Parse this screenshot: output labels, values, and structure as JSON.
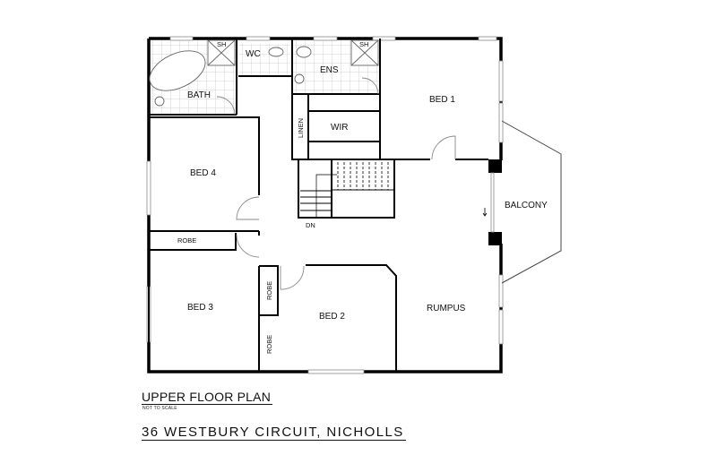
{
  "plan": {
    "title": "UPPER FLOOR PLAN",
    "subtitle": "NOT TO SCALE",
    "address": "36 WESTBURY CIRCUIT, NICHOLLS"
  },
  "rooms": {
    "bath": "BATH",
    "bath_shower": "SH",
    "wc": "WC",
    "ensuite": "ENS",
    "ensuite_shower": "SH",
    "bed1": "BED 1",
    "wir": "WIR",
    "linen": "LINEN",
    "bed4": "BED 4",
    "bed4_robe": "ROBE",
    "stairs_down": "DN",
    "balcony": "BALCONY",
    "bed3": "BED 3",
    "bed2": "BED 2",
    "bed2_robe_upper": "ROBE",
    "bed3_robe_lower": "ROBE",
    "rumpus": "RUMPUS"
  },
  "colors": {
    "wall": "#000000",
    "window": "#9a9a9a",
    "tile": "#cfcfcf",
    "door": "#8a8a8a"
  }
}
